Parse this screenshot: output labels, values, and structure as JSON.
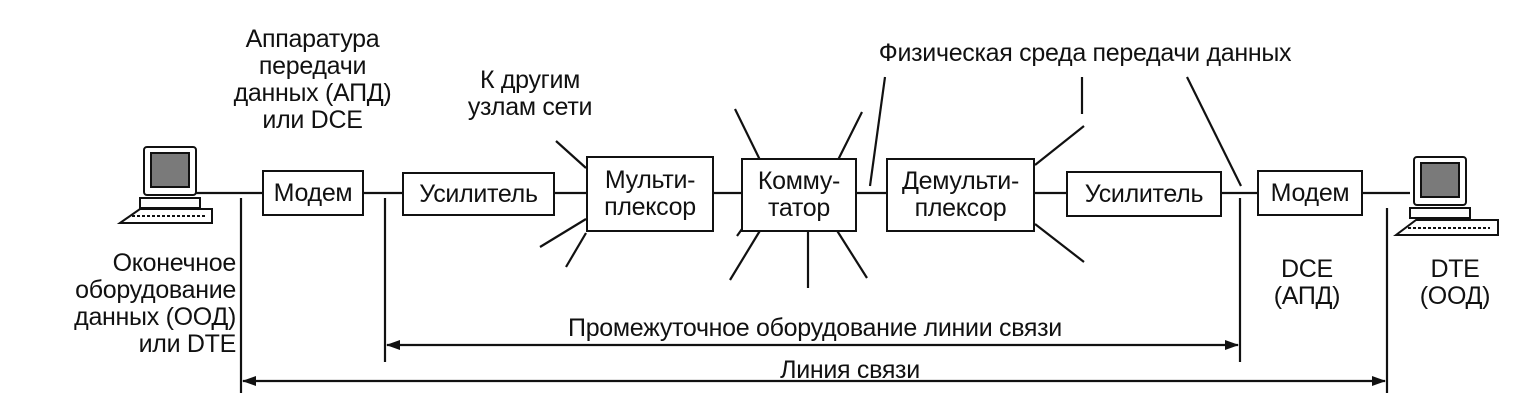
{
  "boxes": {
    "modem_left": "Модем",
    "amplifier_left": "Усилитель",
    "multiplexer": "Мульти-\nплексор",
    "switch": "Комму-\nтатор",
    "demultiplexer": "Демульти-\nплексор",
    "amplifier_right": "Усилитель",
    "modem_right": "Модем"
  },
  "labels": {
    "dce_top": "Аппаратура\nпередачи\nданных (АПД)\nили DCE",
    "other_nodes": "К другим\nузлам сети",
    "physical_medium": "Физическая среда передачи данных",
    "dte_left": "Оконечное\nоборудование\nданных (ООД)\nили DTE",
    "dce_right": "DCE\n(АПД)",
    "dte_right": "DTE\n(ООД)",
    "intermediate": "Промежуточное оборудование линии связи",
    "line": "Линия связи"
  }
}
